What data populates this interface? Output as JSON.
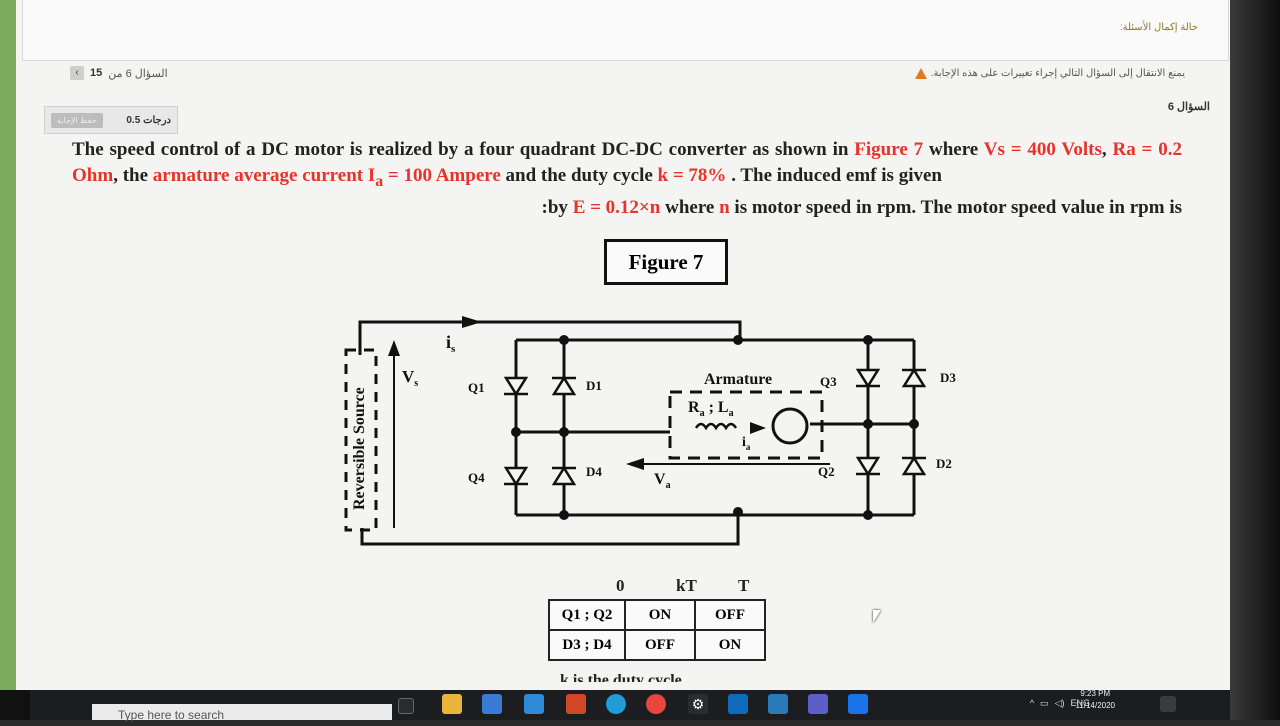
{
  "header": {
    "status_text": "حالة إكمال الأسئلة:",
    "nav_label": "السؤال 6 من",
    "nav_total": "15",
    "warning_text": "يمنع الانتقال إلى السؤال التالي إجراء تغييرات على هذه الإجابة.",
    "question_label": "السؤال 6",
    "grade_value": "0.5 درجات",
    "grade_button": "حفظ الإجابة"
  },
  "question": {
    "p1": "The speed control of a DC motor is realized by a four quadrant DC-DC converter as shown in ",
    "fig_ref": "Figure 7",
    "p2": " where ",
    "vs": "Vs = 400 Volts",
    "p3": ", ",
    "ra": "Ra = 0.2 Ohm",
    "p4": ", the ",
    "ia_text": "armature average current I",
    "ia_sub": "a",
    "ia_val": " = 100 Ampere",
    "p5": " and the duty cycle ",
    "k": "k = 78%",
    "p6": " . The induced emf is given",
    "p7": ":by ",
    "emf": "E = 0.12×n",
    "p8": " where ",
    "n": "n",
    "p9": " is motor speed in rpm. The motor speed value in rpm is"
  },
  "figure": {
    "title": "Figure 7",
    "labels": {
      "is": "i",
      "is_sub": "s",
      "vs": "V",
      "vs_sub": "s",
      "source": "Reversible Source",
      "q1": "Q1",
      "d1": "D1",
      "q3": "Q3",
      "d3": "D3",
      "q4": "Q4",
      "d4": "D4",
      "q2": "Q2",
      "d2": "D2",
      "armature": "Armature",
      "ra_la": "R",
      "ra_sub": "a",
      "ra_la_mid": " ; L",
      "la_sub": "a",
      "ia": "i",
      "ia_sub": "a",
      "va": "V",
      "va_sub": "a"
    }
  },
  "timing": {
    "marks": [
      "0",
      "kT",
      "T"
    ],
    "rows": [
      {
        "label": "Q1 ; Q2",
        "c1": "ON",
        "c2": "OFF"
      },
      {
        "label": "D3 ; D4",
        "c1": "OFF",
        "c2": "ON"
      }
    ],
    "cut_text": "k is the duty cycle"
  },
  "taskbar": {
    "search_placeholder": "Type here to search",
    "lang": "ENG",
    "time": "9:23 PM",
    "date": "11/14/2020"
  }
}
